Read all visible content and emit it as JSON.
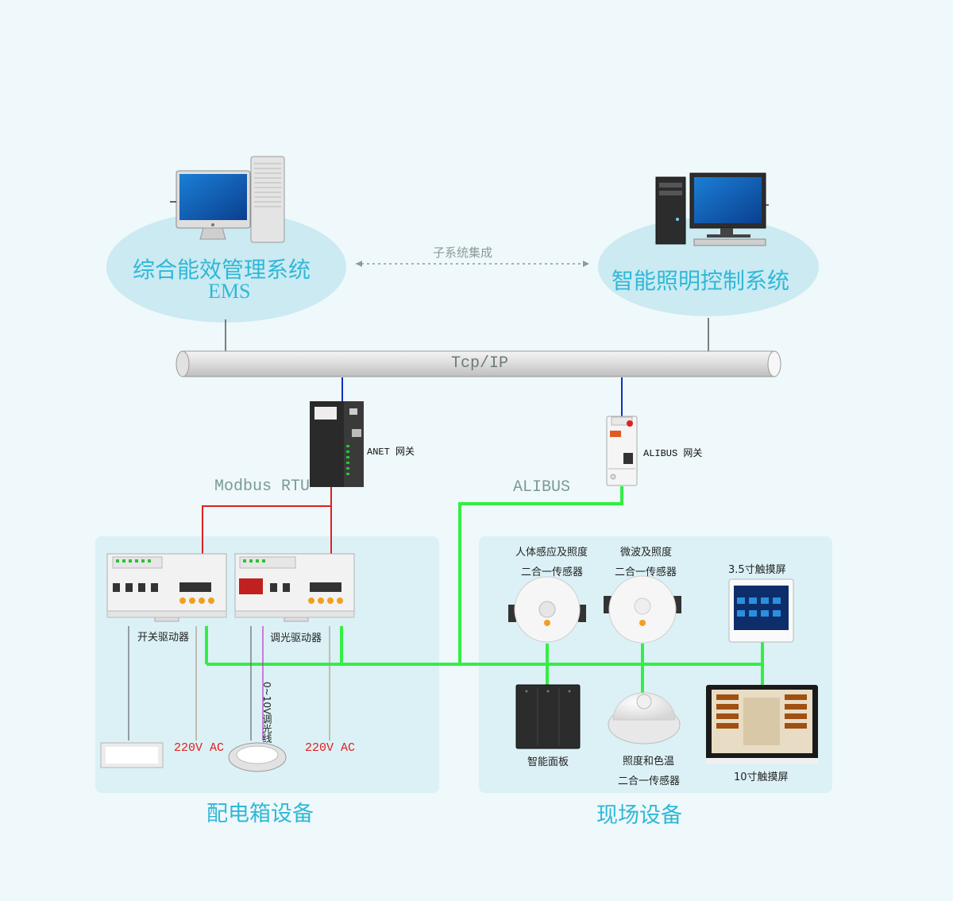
{
  "ems": {
    "title": "综合能效管理系统",
    "subtitle": "EMS"
  },
  "lighting": {
    "title": "智能照明控制系统"
  },
  "integration_label": "子系统集成",
  "bus_label": "Tcp/IP",
  "anet": {
    "label": "ANET 网关",
    "protocol": "Modbus RTU"
  },
  "alibus": {
    "label": "ALIBUS 网关",
    "protocol": "ALIBUS"
  },
  "panel": {
    "title": "配电箱设备",
    "switch_driver": "开关驱动器",
    "dimmer_driver": "调光驱动器",
    "voltage_1": "220V AC",
    "voltage_2": "220V AC",
    "dim_line": "0~10V调光线"
  },
  "field": {
    "title": "现场设备",
    "sensor1_line1": "人体感应及照度",
    "sensor1_line2": "二合一传感器",
    "sensor2_line1": "微波及照度",
    "sensor2_line2": "二合一传感器",
    "touch35": "3.5寸触摸屏",
    "smart_panel": "智能面板",
    "sensor3_line1": "照度和色温",
    "sensor3_line2": "二合一传感器",
    "touch10": "10寸触摸屏"
  },
  "colors": {
    "accent_text": "#2fb8d8",
    "cloud_fill": "#cbeaf2",
    "region_fill": "#dbf1f6",
    "rs485_line": "#e02020",
    "alibus_line": "#33ee44",
    "tcp_line": "#1030c0",
    "voltage_text": "#e0201e"
  }
}
